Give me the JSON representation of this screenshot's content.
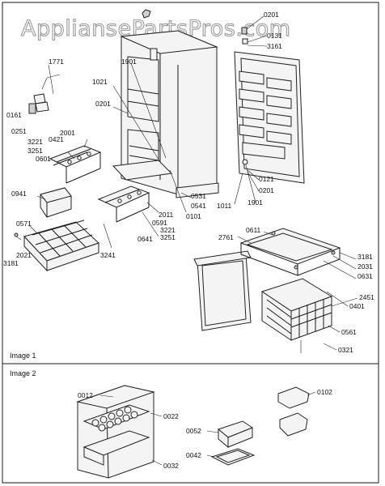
{
  "watermark": "AppliansePartsPros.com",
  "sections": [
    {
      "label": "Image 1"
    },
    {
      "label": "Image 2"
    }
  ],
  "callouts": [
    {
      "id": "c-0201-top",
      "text": "0201"
    },
    {
      "id": "c-0131",
      "text": "0131"
    },
    {
      "id": "c-3161",
      "text": "3161"
    },
    {
      "id": "c-1771",
      "text": "1771"
    },
    {
      "id": "c-1901-a",
      "text": "1901"
    },
    {
      "id": "c-1021",
      "text": "1021"
    },
    {
      "id": "c-0201-mid",
      "text": "0201"
    },
    {
      "id": "c-0161",
      "text": "0161"
    },
    {
      "id": "c-0251",
      "text": "0251"
    },
    {
      "id": "c-2001",
      "text": "2001"
    },
    {
      "id": "c-3221-a",
      "text": "3221"
    },
    {
      "id": "c-0421",
      "text": "0421"
    },
    {
      "id": "c-3251-a",
      "text": "3251"
    },
    {
      "id": "c-0601",
      "text": "0601"
    },
    {
      "id": "c-0941",
      "text": "0941"
    },
    {
      "id": "c-0571",
      "text": "0571"
    },
    {
      "id": "c-2021",
      "text": "2021"
    },
    {
      "id": "c-3181-a",
      "text": "3181"
    },
    {
      "id": "c-3241",
      "text": "3241"
    },
    {
      "id": "c-2011",
      "text": "2011"
    },
    {
      "id": "c-0591",
      "text": "0591"
    },
    {
      "id": "c-3221-b",
      "text": "3221"
    },
    {
      "id": "c-3251-b",
      "text": "3251"
    },
    {
      "id": "c-0641",
      "text": "0641"
    },
    {
      "id": "c-0101",
      "text": "0101"
    },
    {
      "id": "c-0531",
      "text": "0531"
    },
    {
      "id": "c-0541",
      "text": "0541"
    },
    {
      "id": "c-1011",
      "text": "1011"
    },
    {
      "id": "c-1901-b",
      "text": "1901"
    },
    {
      "id": "c-0121",
      "text": "0121"
    },
    {
      "id": "c-0201-low",
      "text": "0201"
    },
    {
      "id": "c-2761",
      "text": "2761"
    },
    {
      "id": "c-0611",
      "text": "0611"
    },
    {
      "id": "c-3181-b",
      "text": "3181"
    },
    {
      "id": "c-2031",
      "text": "2031"
    },
    {
      "id": "c-0631",
      "text": "0631"
    },
    {
      "id": "c-0401",
      "text": "0401"
    },
    {
      "id": "c-2451",
      "text": "2451"
    },
    {
      "id": "c-0561",
      "text": "0561"
    },
    {
      "id": "c-0321",
      "text": "0321"
    },
    {
      "id": "c-0012",
      "text": "0012"
    },
    {
      "id": "c-0022",
      "text": "0022"
    },
    {
      "id": "c-0032",
      "text": "0032"
    },
    {
      "id": "c-0052",
      "text": "0052"
    },
    {
      "id": "c-0042",
      "text": "0042"
    },
    {
      "id": "c-0102",
      "text": "0102"
    }
  ]
}
